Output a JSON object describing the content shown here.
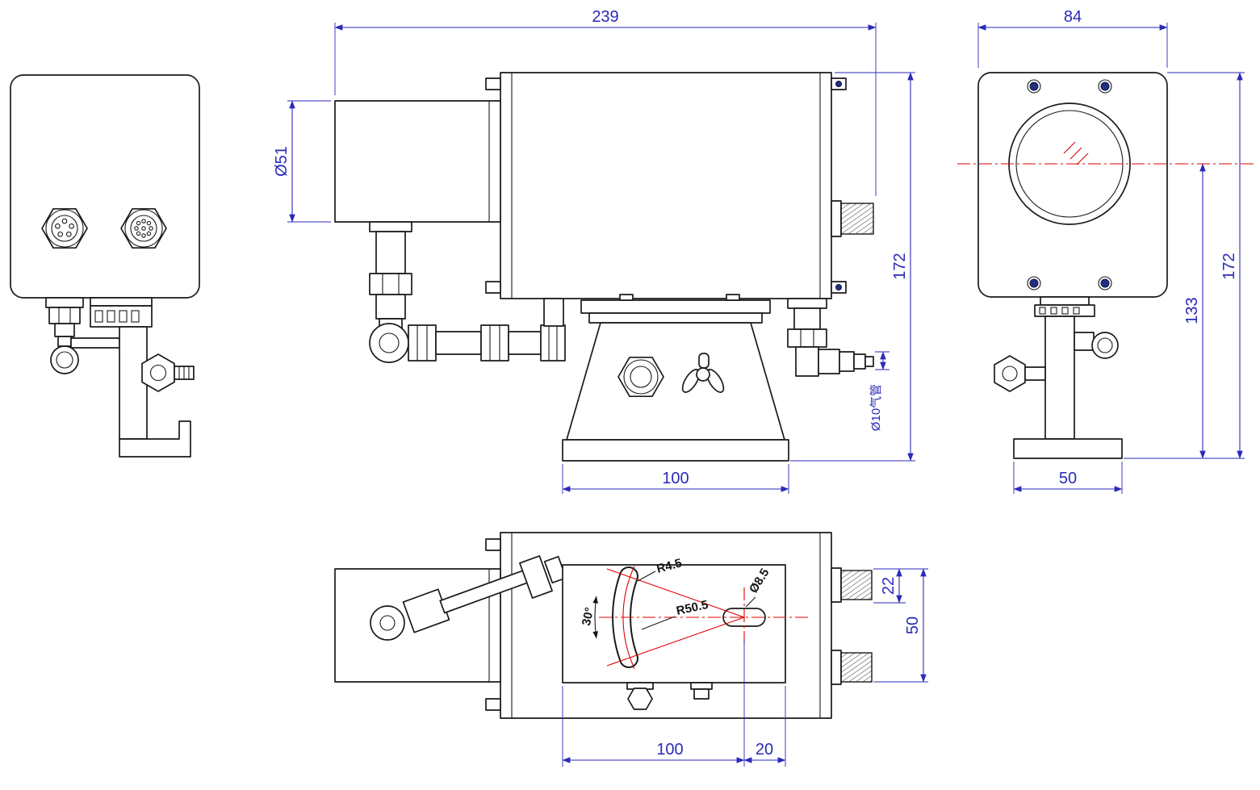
{
  "colors": {
    "object_line": "#1a1a1a",
    "dimension_line": "#2a2ab8",
    "centerline": "#e00000",
    "bolt_accent": "#23307e",
    "background": "#ffffff"
  },
  "side_view": {
    "overall_length": "239",
    "overall_height": "172",
    "lens_diameter": "Ø51",
    "base_width": "100",
    "air_tube": "Ø10气管"
  },
  "front_view": {
    "body_width": "84",
    "overall_height": "172",
    "optical_center_height": "133",
    "foot_width": "50"
  },
  "top_view": {
    "slot_radius": "R4.5",
    "slot_arc_radius": "R50.5",
    "hole_diameter": "Ø8.5",
    "slot_angle": "30°",
    "port_height": "22",
    "port_span": "50",
    "base_width": "100",
    "hole_offset": "20"
  }
}
